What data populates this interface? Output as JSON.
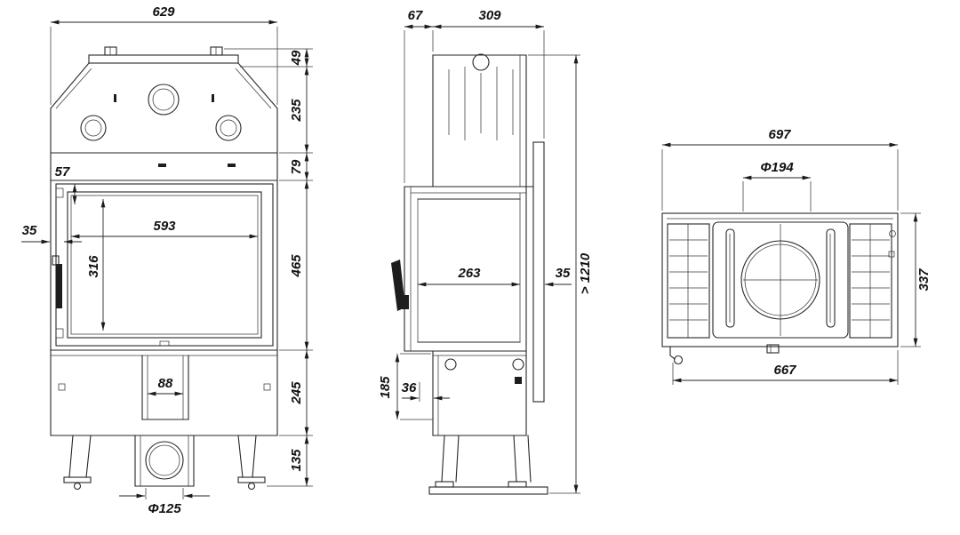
{
  "drawing": {
    "background": "#ffffff",
    "line_color": "#262626",
    "views": {
      "front": {
        "name": "front-view",
        "dims": {
          "overall_width": "629",
          "top_plate_height": "49",
          "hood_height": "235",
          "band_height": "79",
          "door_height": "465",
          "base_height": "245",
          "leg_height": "135",
          "glass_top_offset": "57",
          "frame_side_width": "35",
          "glass_width": "593",
          "glass_height": "316",
          "duct_width": "88",
          "flue_diameter": "Φ125"
        }
      },
      "side": {
        "name": "side-view",
        "dims": {
          "front_offset": "67",
          "top_depth": "309",
          "overall_height": "> 1210",
          "glass_depth": "263",
          "rear_wall": "35",
          "base_height": "185",
          "base_inset": "36"
        }
      },
      "top": {
        "name": "top-view",
        "dims": {
          "overall_width": "697",
          "collar_diameter": "Φ194",
          "overall_depth": "337",
          "body_width": "667"
        }
      }
    }
  }
}
